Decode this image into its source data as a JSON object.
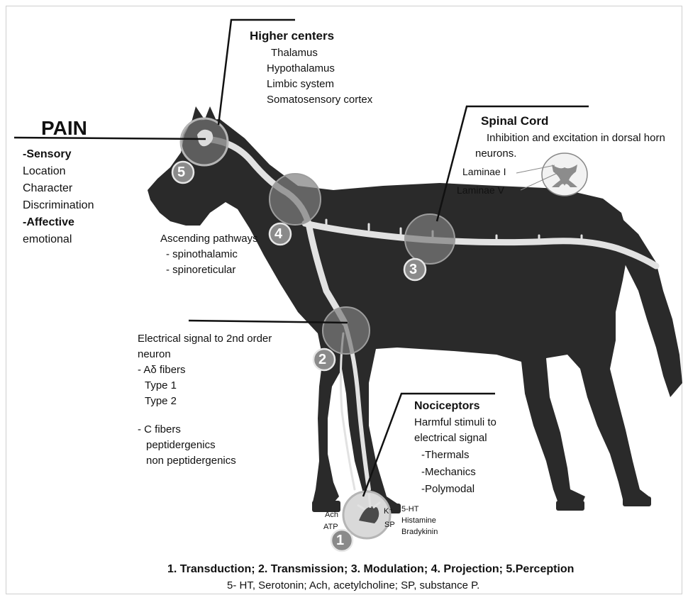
{
  "pain": {
    "title": "PAIN",
    "sensory_heading": "-Sensory",
    "sensory_items": [
      "Location",
      "Character",
      "Discrimination"
    ],
    "affective_heading": "-Affective",
    "affective_items": [
      "emotional"
    ]
  },
  "higher_centers": {
    "heading": "Higher centers",
    "items": [
      "Thalamus",
      "Hypothalamus",
      "Limbic system",
      "Somatosensory cortex"
    ]
  },
  "spinal_cord": {
    "heading": "Spinal Cord",
    "description_line1": "Inhibition and excitation in dorsal horn",
    "description_line2": "neurons.",
    "laminae_1": "Laminae I",
    "laminae_5": "Laminae V"
  },
  "ascending": {
    "heading": "Ascending pathways",
    "items": [
      "- spinothalamic",
      "- spinoreticular"
    ]
  },
  "transmission": {
    "line1": "Electrical signal to 2nd order",
    "line2": "neuron",
    "a_delta": "- Aδ fibers",
    "a_delta_types": [
      "Type 1",
      "Type 2"
    ],
    "c_fibers": "- C fibers",
    "c_fiber_types": [
      "peptidergenics",
      "non peptidergenics"
    ]
  },
  "nociceptors": {
    "heading": "Nociceptors",
    "line1": "Harmful stimuli to",
    "line2": "electrical signal",
    "items": [
      "-Thermals",
      "-Mechanics",
      "-Polymodal"
    ]
  },
  "mediators": {
    "left": [
      "Ach",
      "ATP"
    ],
    "inner": [
      "K⁺",
      "SP"
    ],
    "right": [
      "5-HT",
      "Histamine",
      "Bradykinin"
    ]
  },
  "steps": [
    "1",
    "2",
    "3",
    "4",
    "5"
  ],
  "caption": {
    "line1": "1. Transduction; 2. Transmission; 3. Modulation; 4. Projection; 5.Perception",
    "line2": "5- HT, Serotonin; Ach, acetylcholine; SP, substance P."
  },
  "colors": {
    "horse": "#2a2a2a",
    "nerve": "#e2e2e2",
    "circle_fill": "#7d7d7d",
    "circle_stroke": "#b5b5b5",
    "badge": "#8a8a8a"
  }
}
